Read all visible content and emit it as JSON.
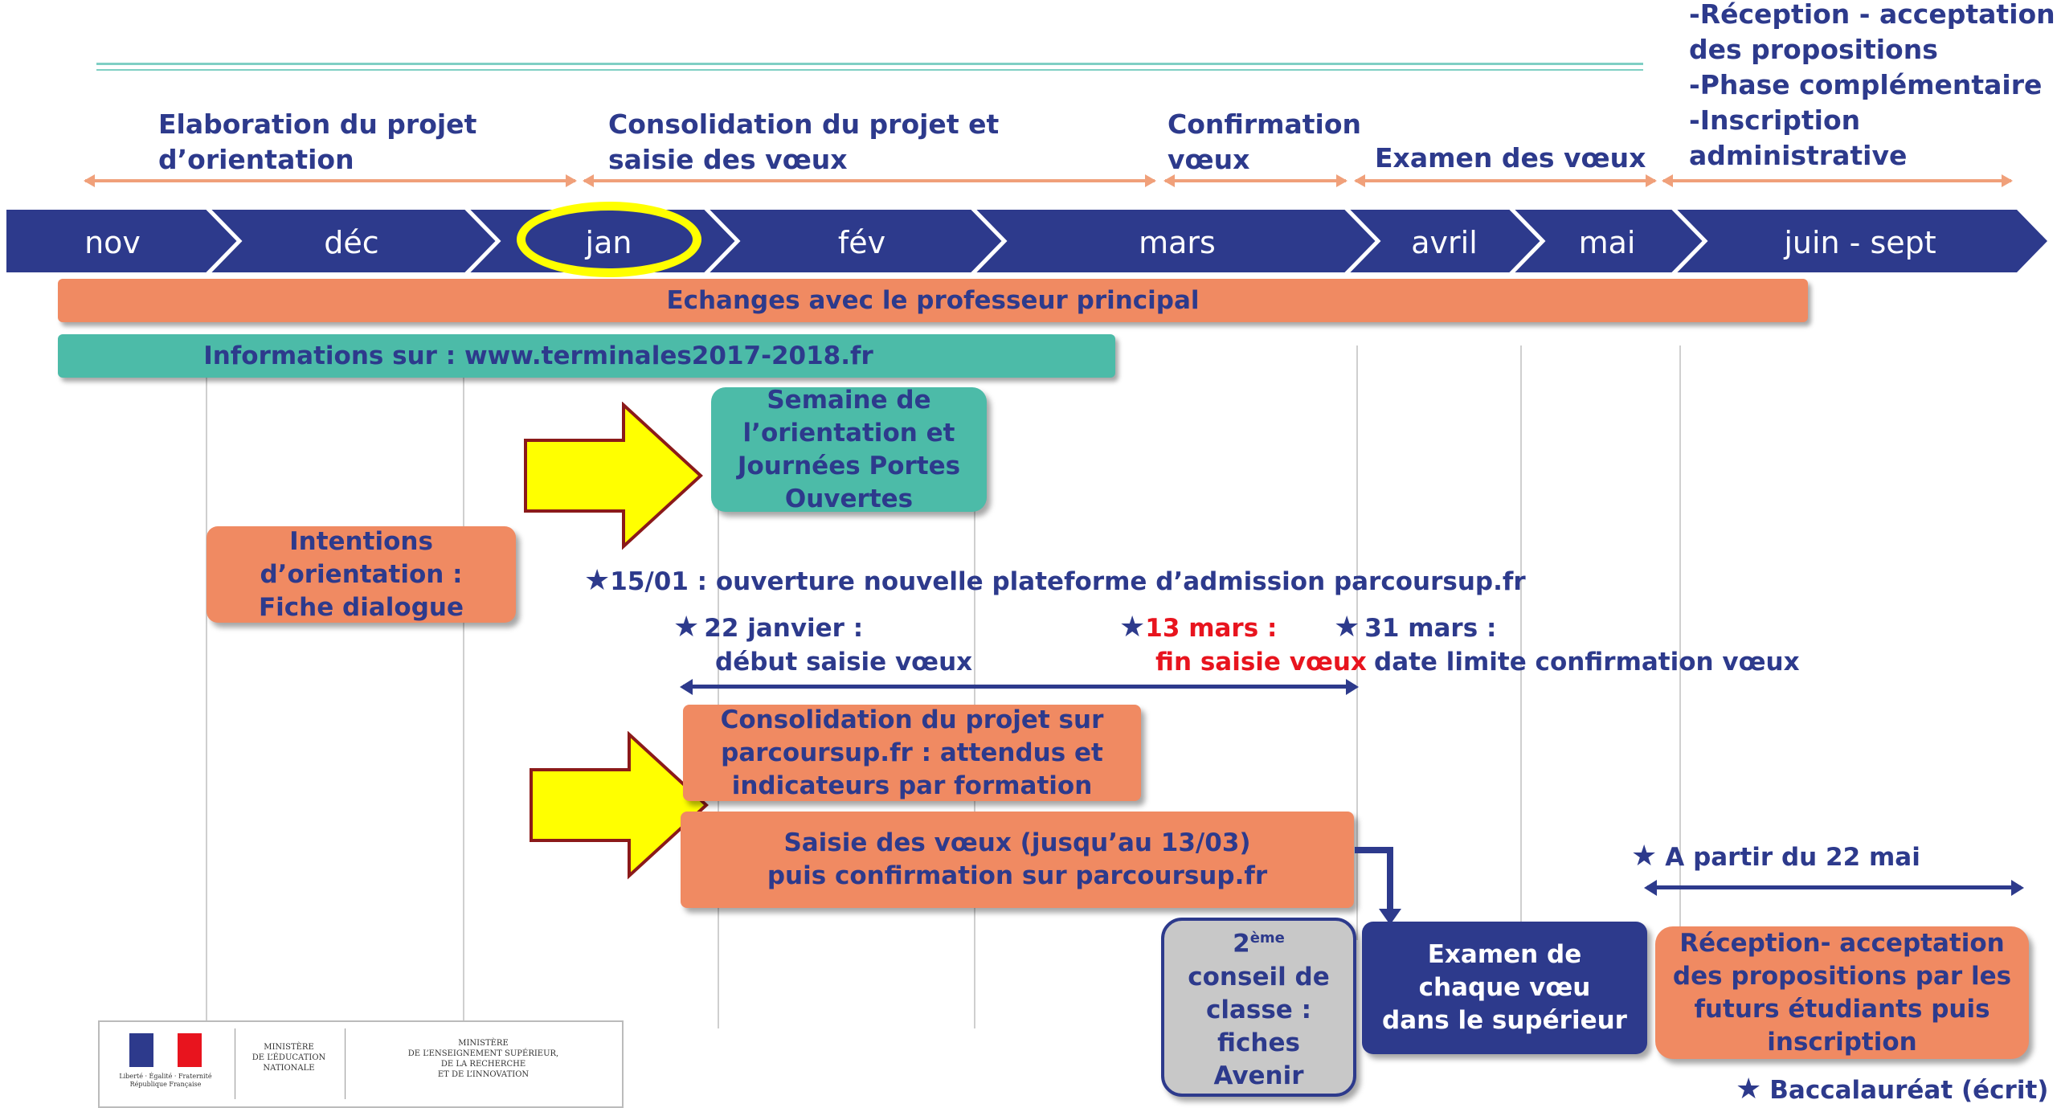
{
  "phases": {
    "elaboration": [
      "Elaboration du projet",
      "d’orientation"
    ],
    "consolidation": [
      "Consolidation du projet et",
      "saisie des vœux"
    ],
    "confirmation": [
      "Confirmation",
      "vœux"
    ],
    "examen": "Examen des vœux",
    "reception": [
      "-Réception - acceptation",
      "des propositions",
      "-Phase complémentaire",
      "-Inscription",
      "administrative"
    ]
  },
  "months": [
    "nov",
    "déc",
    "jan",
    "fév",
    "mars",
    "avril",
    "mai",
    "juin - sept"
  ],
  "bars": {
    "echanges": "Echanges avec le professeur principal",
    "informations": "Informations  sur : www.terminales2017-2018.fr"
  },
  "boxes": {
    "semaine": [
      "Semaine de",
      "l’orientation et",
      "Journées Portes",
      "Ouvertes"
    ],
    "intentions": [
      "Intentions",
      "d’orientation :",
      "Fiche dialogue"
    ],
    "consolidation_parcoursup": [
      "Consolidation du projet sur",
      "parcoursup.fr : attendus et",
      "indicateurs par formation"
    ],
    "saisie": [
      "Saisie des vœux (jusqu’au 13/03)",
      "puis confirmation sur parcoursup.fr"
    ],
    "conseil": {
      "line1": "2",
      "sup": "ème",
      "rest": [
        "conseil de",
        "classe :",
        "fiches",
        "Avenir"
      ]
    },
    "examen": [
      "Examen de",
      "chaque vœu",
      "dans le supérieur"
    ],
    "reception": [
      "Réception- acceptation",
      "des propositions par les",
      "futurs étudiants puis",
      "inscription"
    ]
  },
  "annotations": {
    "ouverture": "15/01 : ouverture nouvelle plateforme d’admission parcoursup.fr",
    "janvier": [
      "22 janvier :",
      "début saisie vœux"
    ],
    "mars13": [
      "13 mars :",
      "fin saisie vœux"
    ],
    "mars31": [
      "31 mars :",
      "date limite confirmation vœux"
    ],
    "mai22": "A partir du 22 mai",
    "bac": "Baccalauréat  (écrit)"
  },
  "logos": {
    "republique": "Liberté · Égalité · Fraternité  République Française",
    "ministere1": [
      "MINISTÈRE",
      "DE L’ÉDUCATION",
      "NATIONALE"
    ],
    "ministere2": [
      "MINISTÈRE",
      "DE L’ENSEIGNEMENT SUPÉRIEUR,",
      "DE LA RECHERCHE",
      "ET DE L’INNOVATION"
    ]
  },
  "colors": {
    "navy": "#2d3a8c",
    "orange": "#f08a62",
    "teal": "#4cbba8",
    "yellow": "#ffff00",
    "red": "#e8141e"
  }
}
